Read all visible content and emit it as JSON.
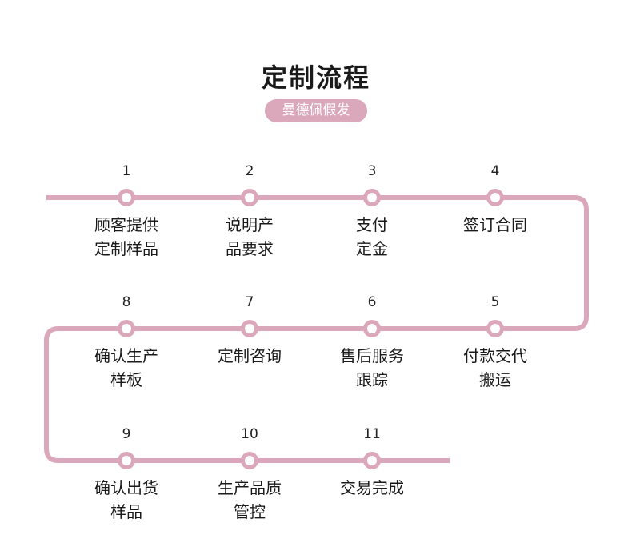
{
  "header": {
    "title": "定制流程",
    "brand": "曼德佩假发"
  },
  "colors": {
    "line": "#dba7ba",
    "badge": "#dba7ba"
  },
  "steps": [
    {
      "num": "1",
      "lines": [
        "顾客提供",
        "定制样品"
      ]
    },
    {
      "num": "2",
      "lines": [
        "说明产",
        "品要求"
      ]
    },
    {
      "num": "3",
      "lines": [
        "支付",
        "定金"
      ]
    },
    {
      "num": "4",
      "lines": [
        "签订合同"
      ]
    },
    {
      "num": "5",
      "lines": [
        "付款交代",
        "搬运"
      ]
    },
    {
      "num": "6",
      "lines": [
        "售后服务",
        "跟踪"
      ]
    },
    {
      "num": "7",
      "lines": [
        "定制咨询"
      ]
    },
    {
      "num": "8",
      "lines": [
        "确认生产",
        "样板"
      ]
    },
    {
      "num": "9",
      "lines": [
        "确认出货",
        "样品"
      ]
    },
    {
      "num": "10",
      "lines": [
        "生产品质",
        "管控"
      ]
    },
    {
      "num": "11",
      "lines": [
        "交易完成"
      ]
    }
  ]
}
